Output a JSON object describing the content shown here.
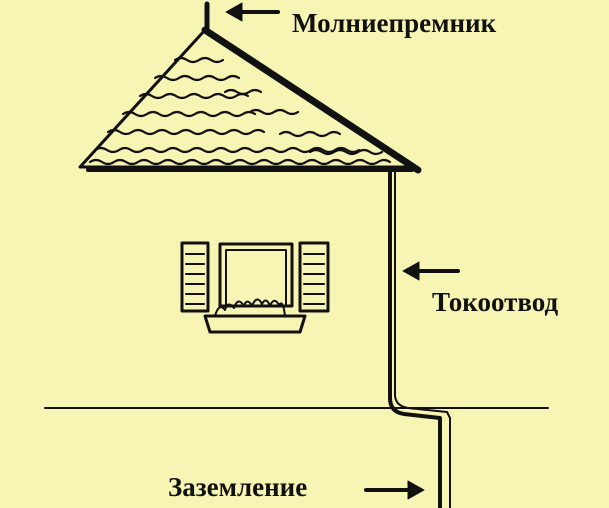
{
  "labels": {
    "lightning_rod": "Молниепремник",
    "down_conductor": "Токоотвод",
    "grounding": "Заземление"
  },
  "colors": {
    "background": "#f7f5b4",
    "ink": "#111111"
  },
  "icons": {
    "house": "house-illustration",
    "window": "shuttered-window",
    "flower_box": "window-flower-box",
    "arrow": "left-pointing-arrow"
  }
}
